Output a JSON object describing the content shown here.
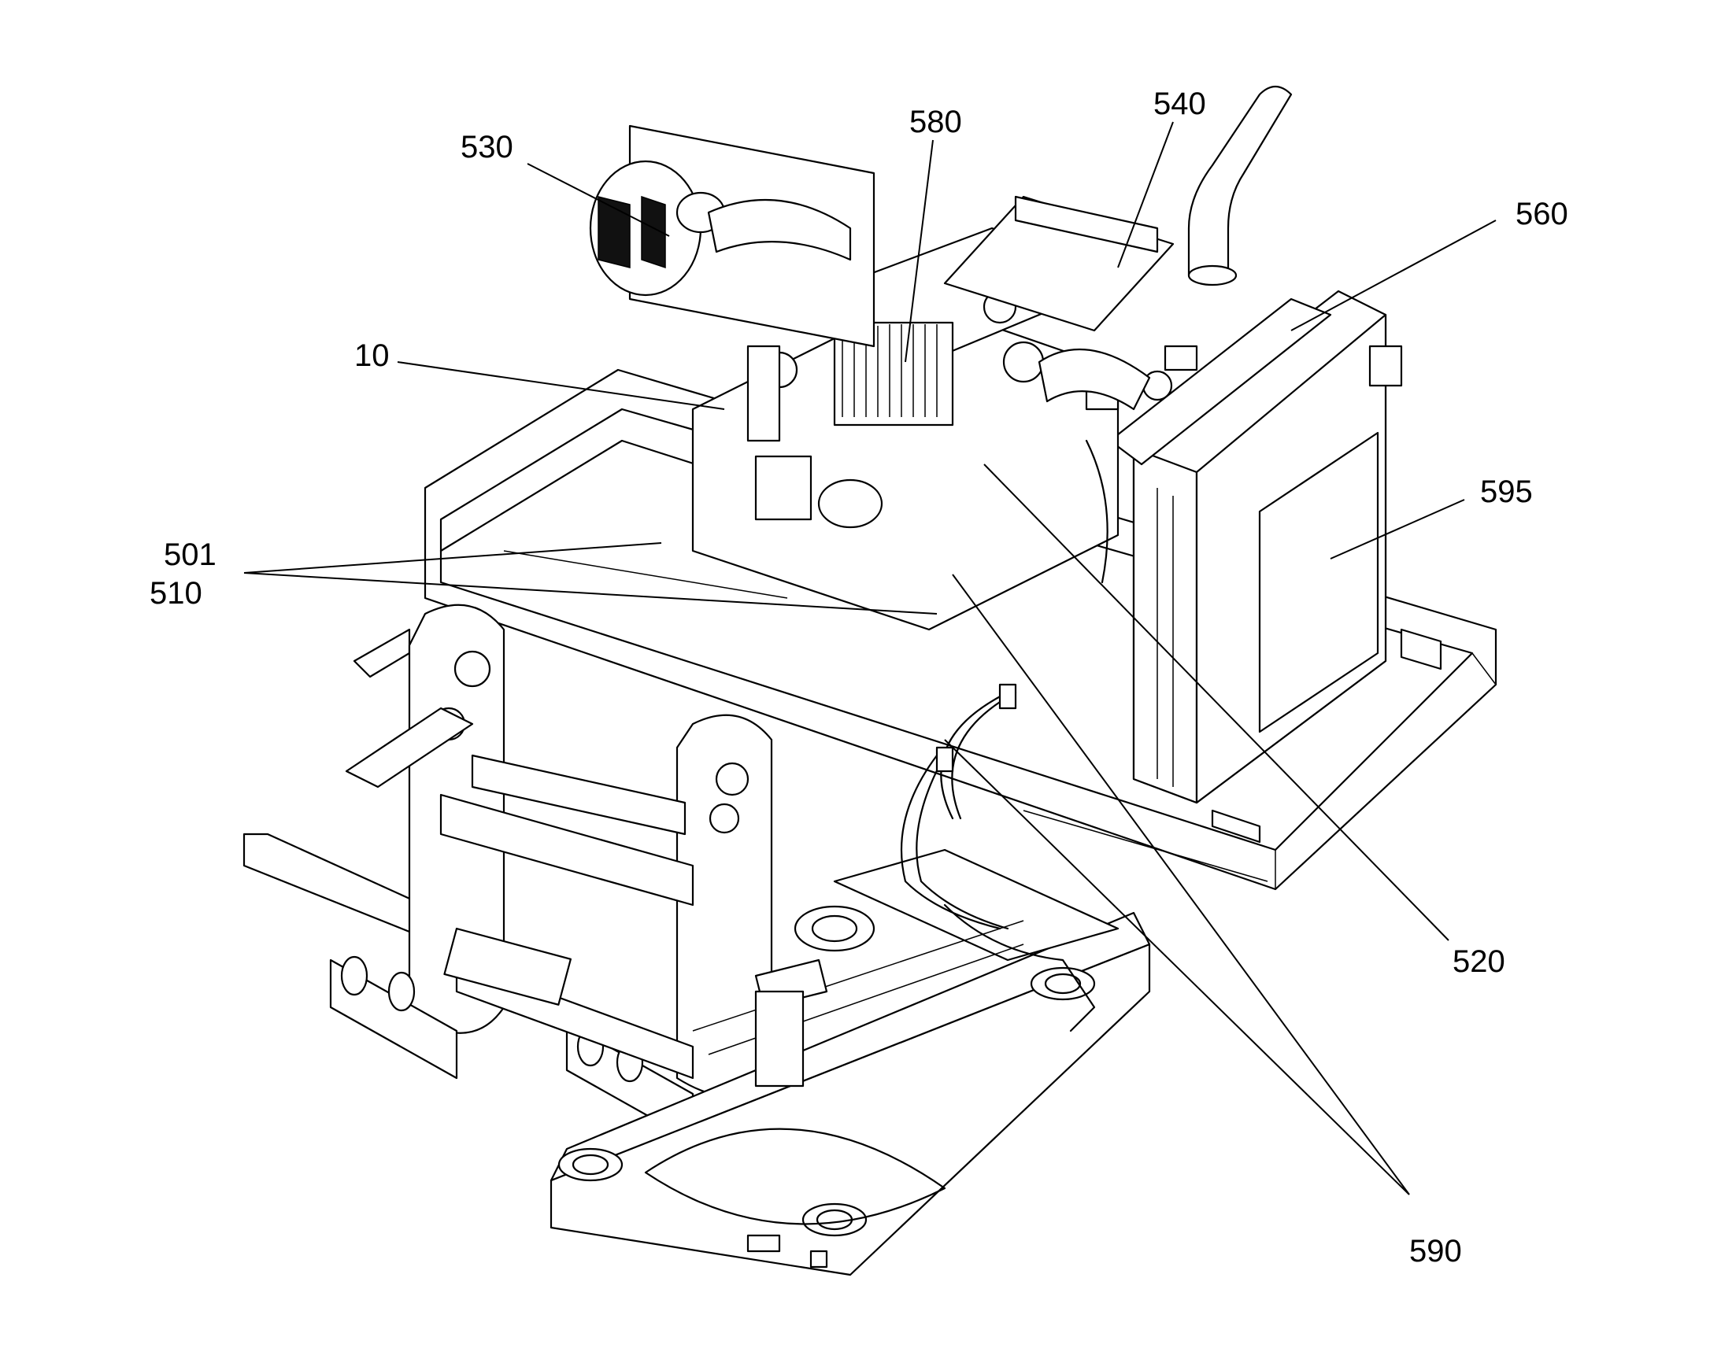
{
  "figure": {
    "reference_labels": [
      {
        "id": "530",
        "text": "530"
      },
      {
        "id": "580",
        "text": "580"
      },
      {
        "id": "540",
        "text": "540"
      },
      {
        "id": "560",
        "text": "560"
      },
      {
        "id": "10",
        "text": "10"
      },
      {
        "id": "595",
        "text": "595"
      },
      {
        "id": "501",
        "text": "501"
      },
      {
        "id": "510",
        "text": "510"
      },
      {
        "id": "520",
        "text": "520"
      },
      {
        "id": "590",
        "text": "590"
      }
    ]
  },
  "colors": {
    "line": "#000000",
    "background": "#ffffff"
  }
}
